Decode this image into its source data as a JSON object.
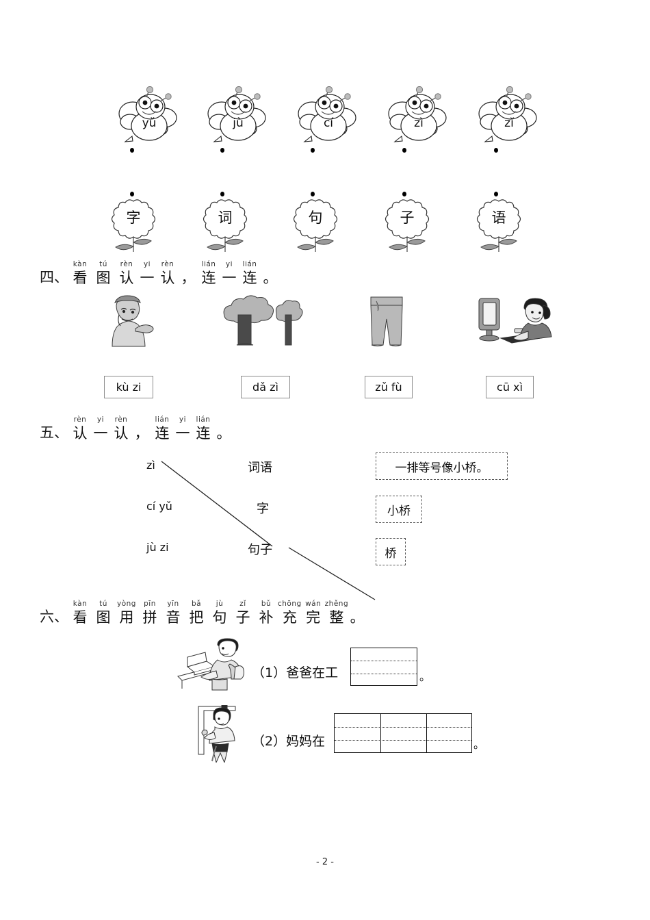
{
  "page": {
    "number": "- 2 -"
  },
  "exercise3": {
    "bees": [
      {
        "pinyin": "yǔ"
      },
      {
        "pinyin": "jù"
      },
      {
        "pinyin": "cí"
      },
      {
        "pinyin": "zì"
      },
      {
        "pinyin": "zǐ"
      }
    ],
    "flowers": [
      {
        "char": "字"
      },
      {
        "char": "词"
      },
      {
        "char": "句"
      },
      {
        "char": "子"
      },
      {
        "char": "语"
      }
    ]
  },
  "exercise4": {
    "number": "四、",
    "ruby": [
      {
        "py": "kàn",
        "hz": "看"
      },
      {
        "py": "tú",
        "hz": "图"
      },
      {
        "py": "rèn",
        "hz": "认"
      },
      {
        "py": "yi",
        "hz": "一"
      },
      {
        "py": "rèn",
        "hz": "认"
      },
      {
        "py": "",
        "hz": "，"
      },
      {
        "py": "lián",
        "hz": "连"
      },
      {
        "py": "yi",
        "hz": "一"
      },
      {
        "py": "lián",
        "hz": "连"
      },
      {
        "py": "",
        "hz": "。"
      }
    ],
    "pictures": [
      {
        "name": "grandfather-picture"
      },
      {
        "name": "trees-picture"
      },
      {
        "name": "pants-picture"
      },
      {
        "name": "girl-computer-picture"
      }
    ],
    "word_boxes": [
      {
        "text": "kù zi"
      },
      {
        "text": "dǎ zì"
      },
      {
        "text": "zǔ fù"
      },
      {
        "text": "cū xì"
      }
    ]
  },
  "exercise5": {
    "number": "五、",
    "ruby": [
      {
        "py": "rèn",
        "hz": "认"
      },
      {
        "py": "yi",
        "hz": "一"
      },
      {
        "py": "rèn",
        "hz": "认"
      },
      {
        "py": "",
        "hz": "，"
      },
      {
        "py": "lián",
        "hz": "连"
      },
      {
        "py": "yi",
        "hz": "一"
      },
      {
        "py": "lián",
        "hz": "连"
      },
      {
        "py": "",
        "hz": "。"
      }
    ],
    "left_column": [
      {
        "text": "zì"
      },
      {
        "text": "cí yǔ"
      },
      {
        "text": "jù zi"
      }
    ],
    "middle_column": [
      {
        "text": "词语"
      },
      {
        "text": "字"
      },
      {
        "text": "句子"
      }
    ],
    "right_boxes": [
      {
        "text": "一排等号像小桥。"
      },
      {
        "text": "小桥"
      },
      {
        "text": "桥"
      }
    ]
  },
  "exercise6": {
    "number": "六、",
    "ruby": [
      {
        "py": "kàn",
        "hz": "看"
      },
      {
        "py": "tú",
        "hz": "图"
      },
      {
        "py": "yòng",
        "hz": "用"
      },
      {
        "py": "pīn",
        "hz": "拼"
      },
      {
        "py": "yīn",
        "hz": "音"
      },
      {
        "py": "bǎ",
        "hz": "把"
      },
      {
        "py": "jù",
        "hz": "句"
      },
      {
        "py": "zǐ",
        "hz": "子"
      },
      {
        "py": "bǔ",
        "hz": "补"
      },
      {
        "py": "chōng",
        "hz": "充"
      },
      {
        "py": "wán",
        "hz": "完"
      },
      {
        "py": "zhěng",
        "hz": "整"
      },
      {
        "py": "",
        "hz": "。"
      }
    ],
    "items": [
      {
        "label": "（1）爸爸在工",
        "period": "。",
        "cells": 1
      },
      {
        "label": "（2）妈妈在",
        "period": "。",
        "cells": 3
      }
    ]
  }
}
